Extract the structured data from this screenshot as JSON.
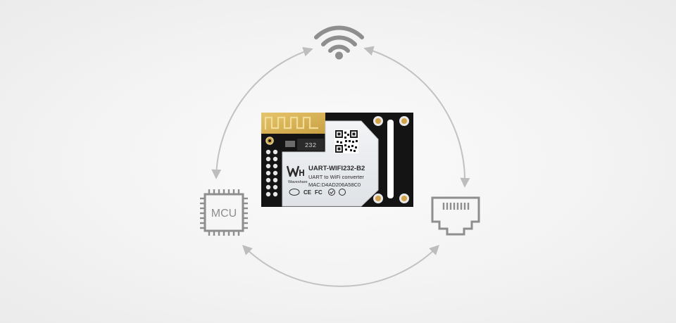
{
  "diagram": {
    "nodes": {
      "wifi": {
        "icon": "wifi-icon"
      },
      "mcu": {
        "icon": "chip-icon",
        "label": "MCU"
      },
      "ethernet": {
        "icon": "ethernet-port-icon"
      }
    },
    "module": {
      "model": "UART-WIFI232-B2",
      "description": "UART to WiFi converter",
      "mac": "MAC:D4AD206A58C0",
      "brand": "Waveshare",
      "chip_marking": "232",
      "cert_marks": [
        "CE",
        "FC"
      ]
    },
    "colors": {
      "arrow": "#bdbdbd",
      "icon": "#8e8e8e",
      "pcb": "#141414",
      "shield": "#e9ecef",
      "antenna_gold": "#d9b65a"
    }
  }
}
